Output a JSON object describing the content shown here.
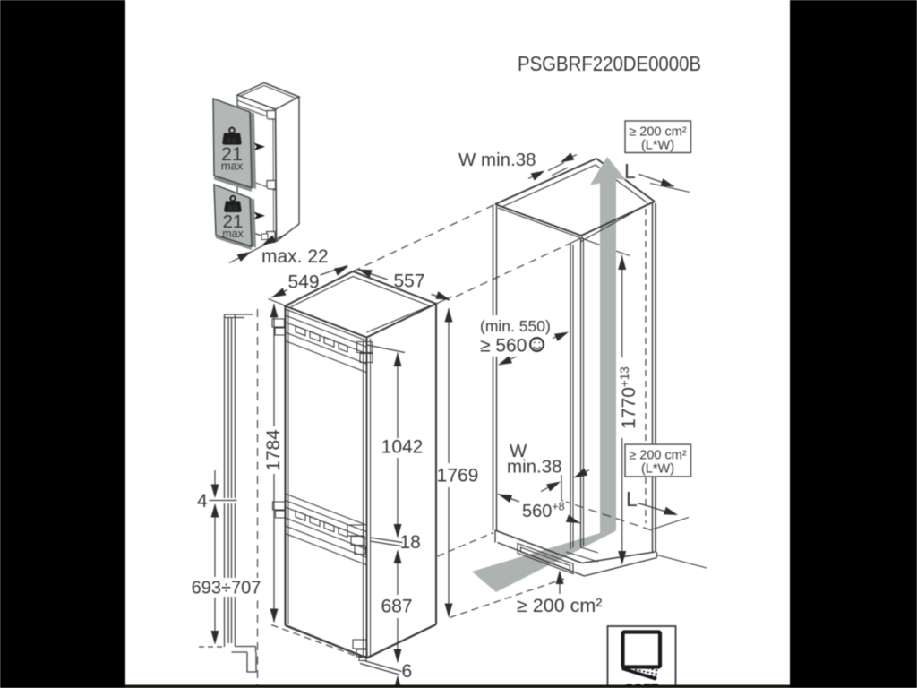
{
  "title": {
    "model_code": "PSGBRF220DE0000B"
  },
  "door_panel_icon": {
    "upper_badge": {
      "kg_label": "KG",
      "value": "21",
      "unit": "max"
    },
    "lower_badge": {
      "kg_label": "KG",
      "value": "21",
      "unit": "max"
    },
    "panel_thickness_dim": "max. 22"
  },
  "appliance_dims": {
    "depth_top": "549",
    "width_top": "557",
    "height_overall_left": "1784",
    "upper_door_height": "1042",
    "door_gap": "18",
    "lower_door_height": "687",
    "bottom_gap": "6",
    "height_right": "1769",
    "furniture_door_gap": "4",
    "furniture_door_range": "693÷707"
  },
  "niche_dims": {
    "top_vent_width": "W min.38",
    "top_vent_area": "≥ 200 cm²",
    "top_vent_area_sub": "(L*W)",
    "top_vent_length": "L",
    "depth_hint": "(min. 550)",
    "depth_min": "≥ 560",
    "height": "1770",
    "height_tolerance": "+13",
    "mid_vent_area": "≥ 200 cm²",
    "mid_vent_area_sub": "(L*W)",
    "mid_wall_width_line1": "W",
    "mid_wall_width_line2": "min.38",
    "bottom_depth": "560",
    "bottom_depth_tolerance": "+8",
    "bottom_vent_length": "L",
    "bottom_vent_area": "≥ 200 cm²"
  },
  "soft_close_icon": {
    "label": "SOFT"
  },
  "colors": {
    "background": "#ffffff",
    "letterbox": "#000000",
    "line": "#3a3a3a",
    "panel_gray": "#b3b7b5",
    "panel_shadow": "#898e8d",
    "airflow_gray": "#adb3b1",
    "text": "#383838"
  }
}
